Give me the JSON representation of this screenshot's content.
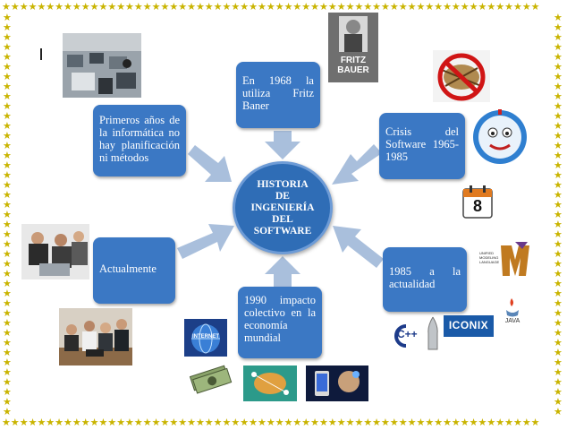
{
  "center": {
    "lines": [
      "HISTORIA",
      "DE",
      "INGENIERÍA",
      "DEL",
      "SOFTWARE"
    ]
  },
  "nodes": {
    "top": "En 1968 la utiliza Fritz Baner",
    "top_left": "Primeros años de la informática no hay planificación ni métodos",
    "right": "Crisis del Software 1965-1985",
    "left": "Actualmente",
    "bottom": "1990 impacto colectivo en la economía mundial",
    "bottom_right": "1985 a la actualidad"
  },
  "images": {
    "fritz_book": [
      "FRITZ",
      "BAUER"
    ],
    "calendar_number": "8",
    "iconix_label": "ICONIX",
    "cpp_label": "C++",
    "java_label": "JAVA",
    "uml_label": "UNIFIED MODELING LANGUAGE",
    "internet_label": "INTERNET"
  },
  "colors": {
    "box": "#3b78c4",
    "arrow": "#a9bfdc",
    "border_stars": "#c9b400"
  }
}
